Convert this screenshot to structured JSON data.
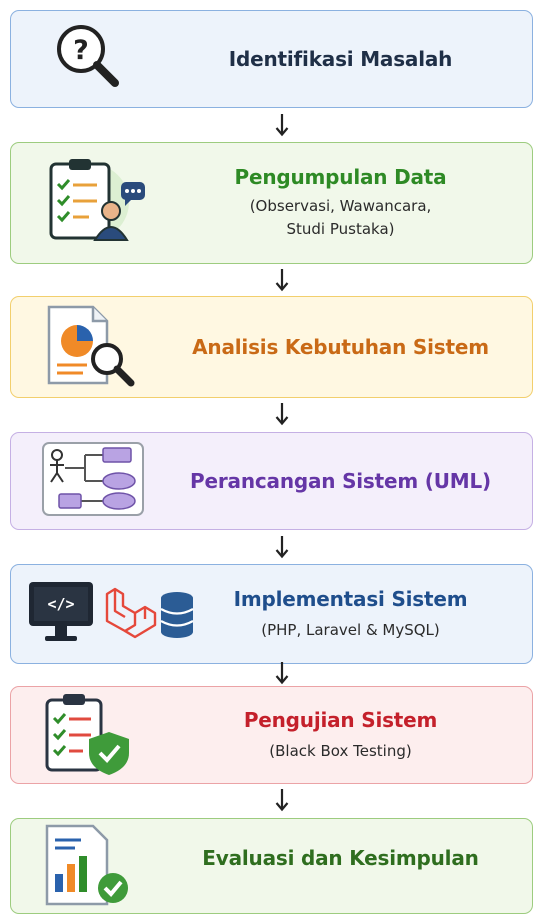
{
  "steps": [
    {
      "title": "Identifikasi Masalah",
      "subtitle": [],
      "title_color": "#1f2f47",
      "bg": "#edf3fb",
      "border": "#8bb1e0",
      "icon": "question-search-icon"
    },
    {
      "title": "Pengumpulan Data",
      "subtitle": [
        "(Observasi, Wawancara,",
        "Studi Pustaka)"
      ],
      "title_color": "#2e8a25",
      "bg": "#f1f8ea",
      "border": "#9dcc7f",
      "icon": "clipboard-interview-icon"
    },
    {
      "title": "Analisis Kebutuhan Sistem",
      "subtitle": [],
      "title_color": "#c96a16",
      "bg": "#fff8e2",
      "border": "#f2cf6d",
      "icon": "document-chart-search-icon"
    },
    {
      "title": "Perancangan Sistem (UML)",
      "subtitle": [],
      "title_color": "#6536a6",
      "bg": "#f4effb",
      "border": "#c5b0e4",
      "icon": "uml-diagram-icon"
    },
    {
      "title": "Implementasi Sistem",
      "subtitle": [
        "(PHP, Laravel & MySQL)"
      ],
      "title_color": "#1f4e8c",
      "bg": "#edf3fb",
      "border": "#8bb1e0",
      "icon": "code-laravel-database-icon"
    },
    {
      "title": "Pengujian Sistem",
      "subtitle": [
        "(Black Box Testing)"
      ],
      "title_color": "#c4202b",
      "bg": "#fdeeee",
      "border": "#eba3a6",
      "icon": "checklist-shield-icon"
    },
    {
      "title": "Evaluasi dan Kesimpulan",
      "subtitle": [],
      "title_color": "#2f6e1f",
      "bg": "#f1f8ea",
      "border": "#9dcc7f",
      "icon": "report-chart-check-icon"
    }
  ],
  "icon_glyphs": {
    "code": "</>",
    "question": "?"
  }
}
